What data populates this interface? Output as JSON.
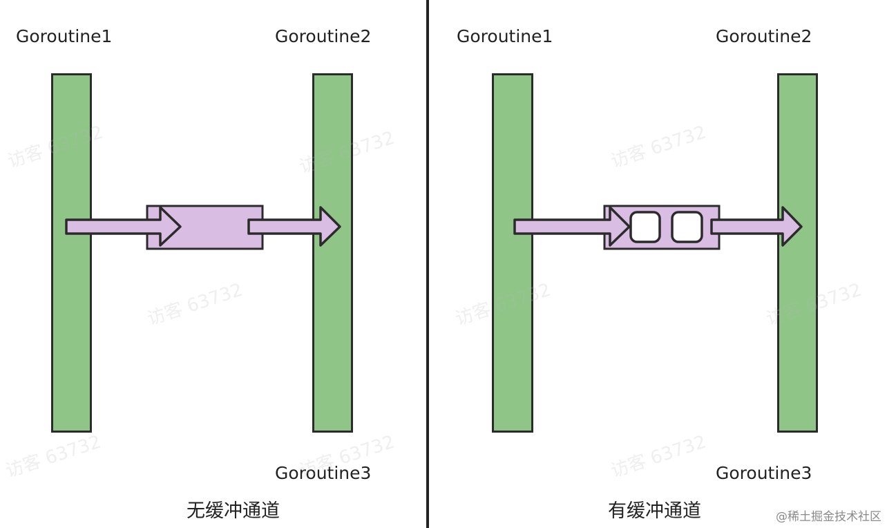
{
  "left": {
    "goroutine1": "Goroutine1",
    "goroutine2": "Goroutine2",
    "goroutine3": "Goroutine3",
    "caption": "无缓冲通道"
  },
  "right": {
    "goroutine1": "Goroutine1",
    "goroutine2": "Goroutine2",
    "goroutine3": "Goroutine3",
    "caption": "有缓冲通道",
    "buffer_slots": 2
  },
  "watermark": "访客 63732",
  "credit": "@稀土掘金技术社区",
  "colors": {
    "goroutine_bar": "#8fc687",
    "channel_fill": "#d9bde3",
    "outline": "#2b2b2b",
    "divider": "#222222"
  }
}
